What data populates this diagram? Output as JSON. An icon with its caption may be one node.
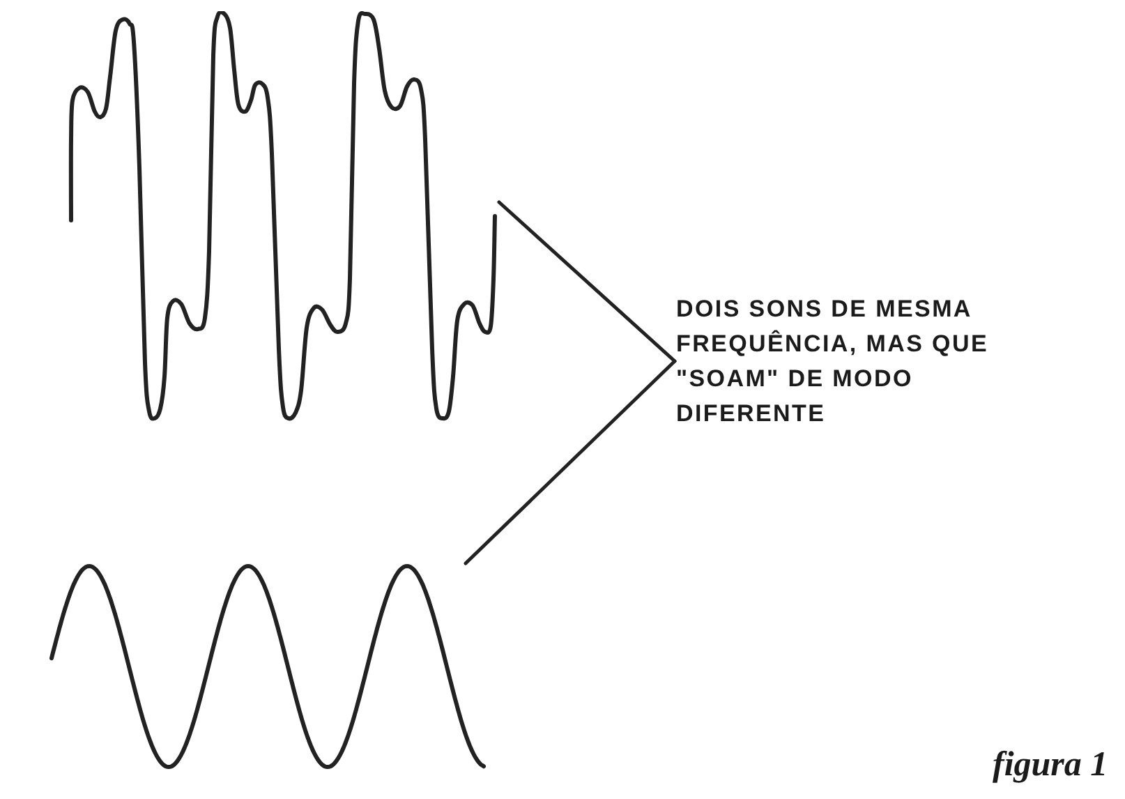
{
  "diagram": {
    "caption": "figura 1",
    "nodes": [
      {
        "text": [],
        "shape": "picture"
      },
      {
        "text": [
          "DOIS SONS DE MESMA FREQUÊNCIA, MAS QUE \"SOAM\" DE MODO DIFERENTE"
        ]
      },
      {
        "text": [],
        "shape": "picture"
      }
    ],
    "edges": [
      {
        "from": 1,
        "to": 0,
        "arrow": "none"
      },
      {
        "from": 1,
        "to": 2,
        "arrow": "none"
      }
    ]
  }
}
